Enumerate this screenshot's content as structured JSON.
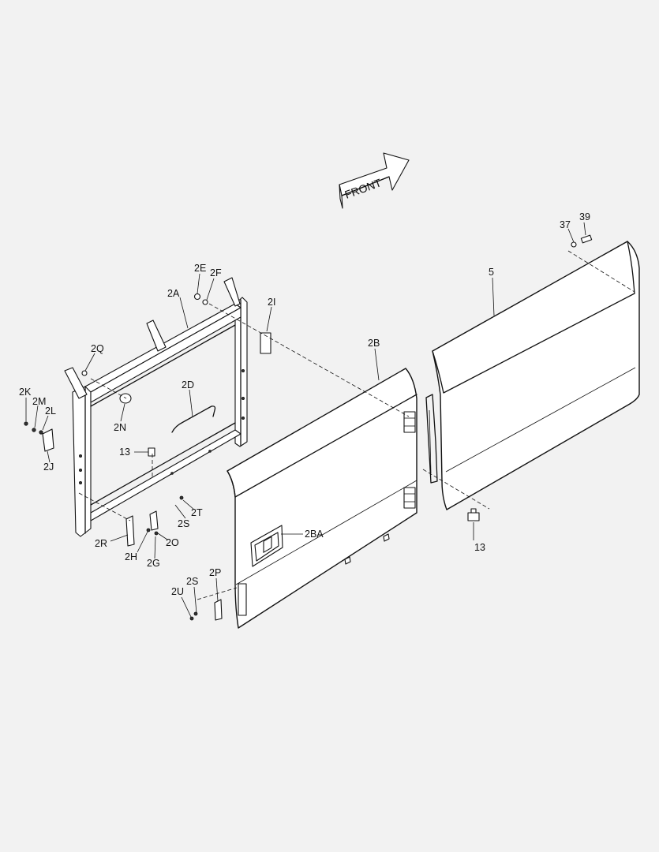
{
  "arrow": {
    "text": "FRONT"
  },
  "callouts": {
    "c37": "37",
    "c39": "39",
    "c5": "5",
    "c2E": "2E",
    "c2F": "2F",
    "c2A": "2A",
    "c2I": "2I",
    "c2B": "2B",
    "c2Q": "2Q",
    "c2K": "2K",
    "c2M": "2M",
    "c2L": "2L",
    "c2D": "2D",
    "c2N": "2N",
    "c2J": "2J",
    "c13a": "13",
    "c13b": "13",
    "c2BA": "2BA",
    "c2T": "2T",
    "c2S": "2S",
    "c2R": "2R",
    "c2O": "2O",
    "c2H": "2H",
    "c2G": "2G",
    "c2S2": "2S",
    "c2P": "2P",
    "c2U": "2U"
  }
}
